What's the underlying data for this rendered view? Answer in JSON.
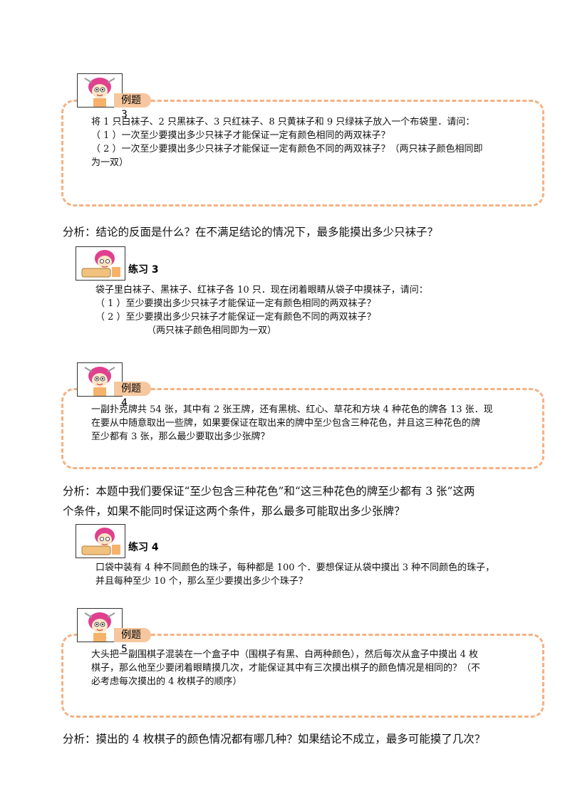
{
  "example3": {
    "label": "例题 3",
    "text_lines": [
      "将 1 只白袜子、2 只黑袜子、3 只红袜子、8 只黄袜子和 9 只绿袜子放入一个布袋里．请问：",
      "（ 1 ）一次至少要摸出多少只袜子才能保证一定有颜色相同的两双袜子？",
      "（ 2 ）一次至少要摸出多少只袜子才能保证一定有颜色不同的两双袜子？（两只袜子颜色相同即",
      "为一双）"
    ]
  },
  "analysis3": "分析：结论的反面是什么？在不满足结论的情况下，最多能摸出多少只袜子？",
  "practice3": {
    "label": "练习 3",
    "text_lines": [
      "袋子里白袜子、黑袜子、红袜子各 10 只．现在闭着眼睛从袋子中摸袜子，请问：",
      "（ 1 ）至少要摸出多少只袜子才能保证一定有颜色相同的两双袜子？",
      "（ 2 ）至少要摸出多少只袜子才能保证一定有颜色不同的两双袜子？",
      "（两只袜子颜色相同即为一双）"
    ]
  },
  "example4": {
    "label": "例题 4",
    "text_lines": [
      "一副扑克牌共 54 张，其中有 2 张王牌，还有黑桃、红心、草花和方块 4 种花色的牌各 13 张．现",
      "在要从中随意取出一些牌，如果要保证在取出来的牌中至少包含三种花色，并且这三种花色的牌",
      "至少都有 3 张，那么最少要取出多少张牌？"
    ]
  },
  "analysis4": [
    "分析：本题中我们要保证“至少包含三种花色”和“这三种花色的牌至少都有 3 张”这两",
    "个条件，如果不能同时保证这两个条件，那么最多可能取出多少张牌？"
  ],
  "practice4": {
    "label": "练习 4",
    "text_lines": [
      "口袋中装有 4 种不同颜色的珠子，每种都是 100 个．要想保证从袋中摸出 3 种不同颜色的珠子，",
      "并且每种至少 10 个，那么至少要摸出多少个珠子？"
    ]
  },
  "example5": {
    "label": "例题 5",
    "text_lines": [
      "大头把一副围棋子混装在一个盒子中（围棋子有黑、白两种颜色），然后每次从盒子中摸出 4 枚",
      "棋子，那么他至少要闭着眼睛摸几次，才能保证其中有三次摸出棋子的颜色情况是相同的？（不",
      "必考虑每次摸出的 4 枚棋子的顺序）"
    ]
  },
  "analysis5": "分析：摸出的 4 枚棋子的颜色情况都有哪几种？如果结论不成立，最多可能摸了几次？",
  "colors": {
    "box_border": "#f4b183",
    "pill": "#f6c79e"
  },
  "icons": [
    "cartoon-girl-icon",
    "cartoon-girl-scroll-icon"
  ]
}
